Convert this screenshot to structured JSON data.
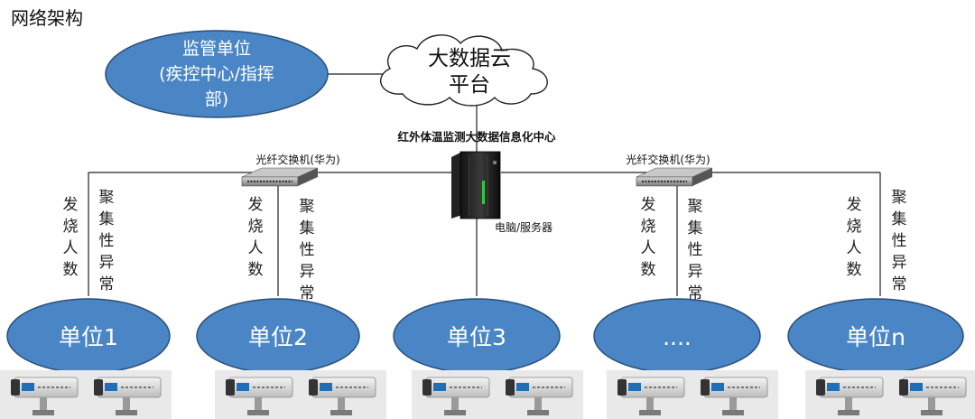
{
  "page_title": "网络架构",
  "supervisor": {
    "lines": [
      "监管单位",
      "(疾控中心/指挥",
      "部)"
    ]
  },
  "cloud": {
    "lines": [
      "大数据云",
      "平台"
    ]
  },
  "center_label": "红外体温监测大数据信息化中心",
  "switch_left_label": "光纤交换机(华为)",
  "switch_right_label": "光纤交换机(华为)",
  "server_label": "电脑/服务器",
  "units": [
    {
      "label": "单位1"
    },
    {
      "label": "单位2"
    },
    {
      "label": "单位3"
    },
    {
      "label": "...."
    },
    {
      "label": "单位n"
    }
  ],
  "edge_labels": {
    "fever": "发烧人数",
    "cluster": "聚集性异常"
  },
  "colors": {
    "ellipse_fill": "#4a86c5",
    "ellipse_stroke": "#2a4f7a",
    "line": "#222222",
    "camera_panel": "#e9e9e9"
  },
  "icons": [
    "cloud-icon",
    "switch-icon",
    "server-rack-icon",
    "camera-icon"
  ]
}
